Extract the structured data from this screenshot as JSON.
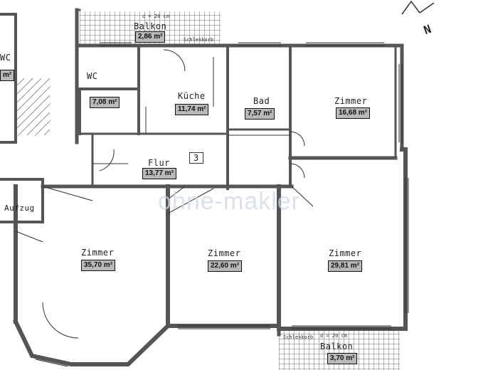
{
  "rooms": [
    {
      "key": "balkon_top",
      "name": "Balkon",
      "area": "2,86 m²"
    },
    {
      "key": "wc",
      "name": "WC",
      "area": "7,08 m²"
    },
    {
      "key": "kueche",
      "name": "Küche",
      "area": "11,74 m²"
    },
    {
      "key": "bad",
      "name": "Bad",
      "area": "7,57 m²"
    },
    {
      "key": "zimmer_ne",
      "name": "Zimmer",
      "area": "16,68 m²"
    },
    {
      "key": "flur",
      "name": "Flur",
      "area": "13,77 m²"
    },
    {
      "key": "zimmer_sw",
      "name": "Zimmer",
      "area": "35,70 m²"
    },
    {
      "key": "zimmer_s",
      "name": "Zimmer",
      "area": "22,60 m²"
    },
    {
      "key": "zimmer_se",
      "name": "Zimmer",
      "area": "29,81 m²"
    },
    {
      "key": "balkon_bottom",
      "name": "Balkon",
      "area": "3,70 m²"
    }
  ],
  "other_labels": {
    "wc_left": "WC",
    "aufzug": "Aufzug",
    "left_area_fragment": "m²",
    "room_number": "3",
    "north_marker": "N",
    "balkon_top_dim": "d = 20 cm",
    "balkon_bottom_dim": "d = 20 cm",
    "schlekkorb_top": "Schlekkorb",
    "schlekkorb_bottom": "Schlekkorb",
    "watermark": "ohne-makler"
  },
  "colors": {
    "wall": "#555555",
    "line": "#333333",
    "label_bg": "#b9b9b9",
    "watermark": "#cfd8e4"
  }
}
